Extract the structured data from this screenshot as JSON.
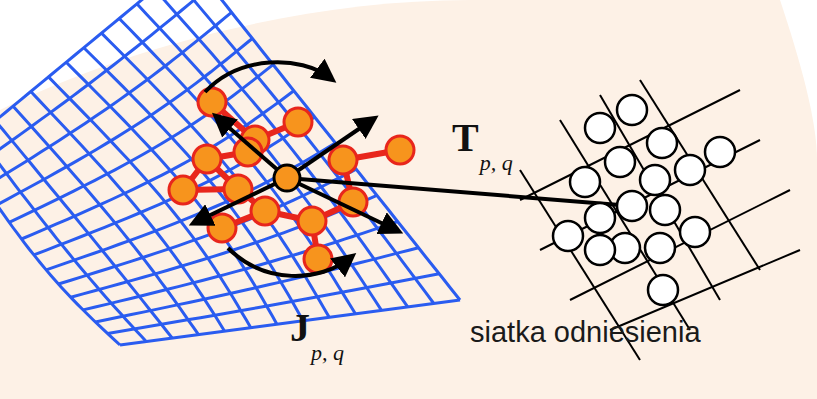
{
  "diagram": {
    "labels": [
      "T",
      "p, q",
      "J",
      "p, q",
      "siatka odniesienia"
    ]
  }
}
